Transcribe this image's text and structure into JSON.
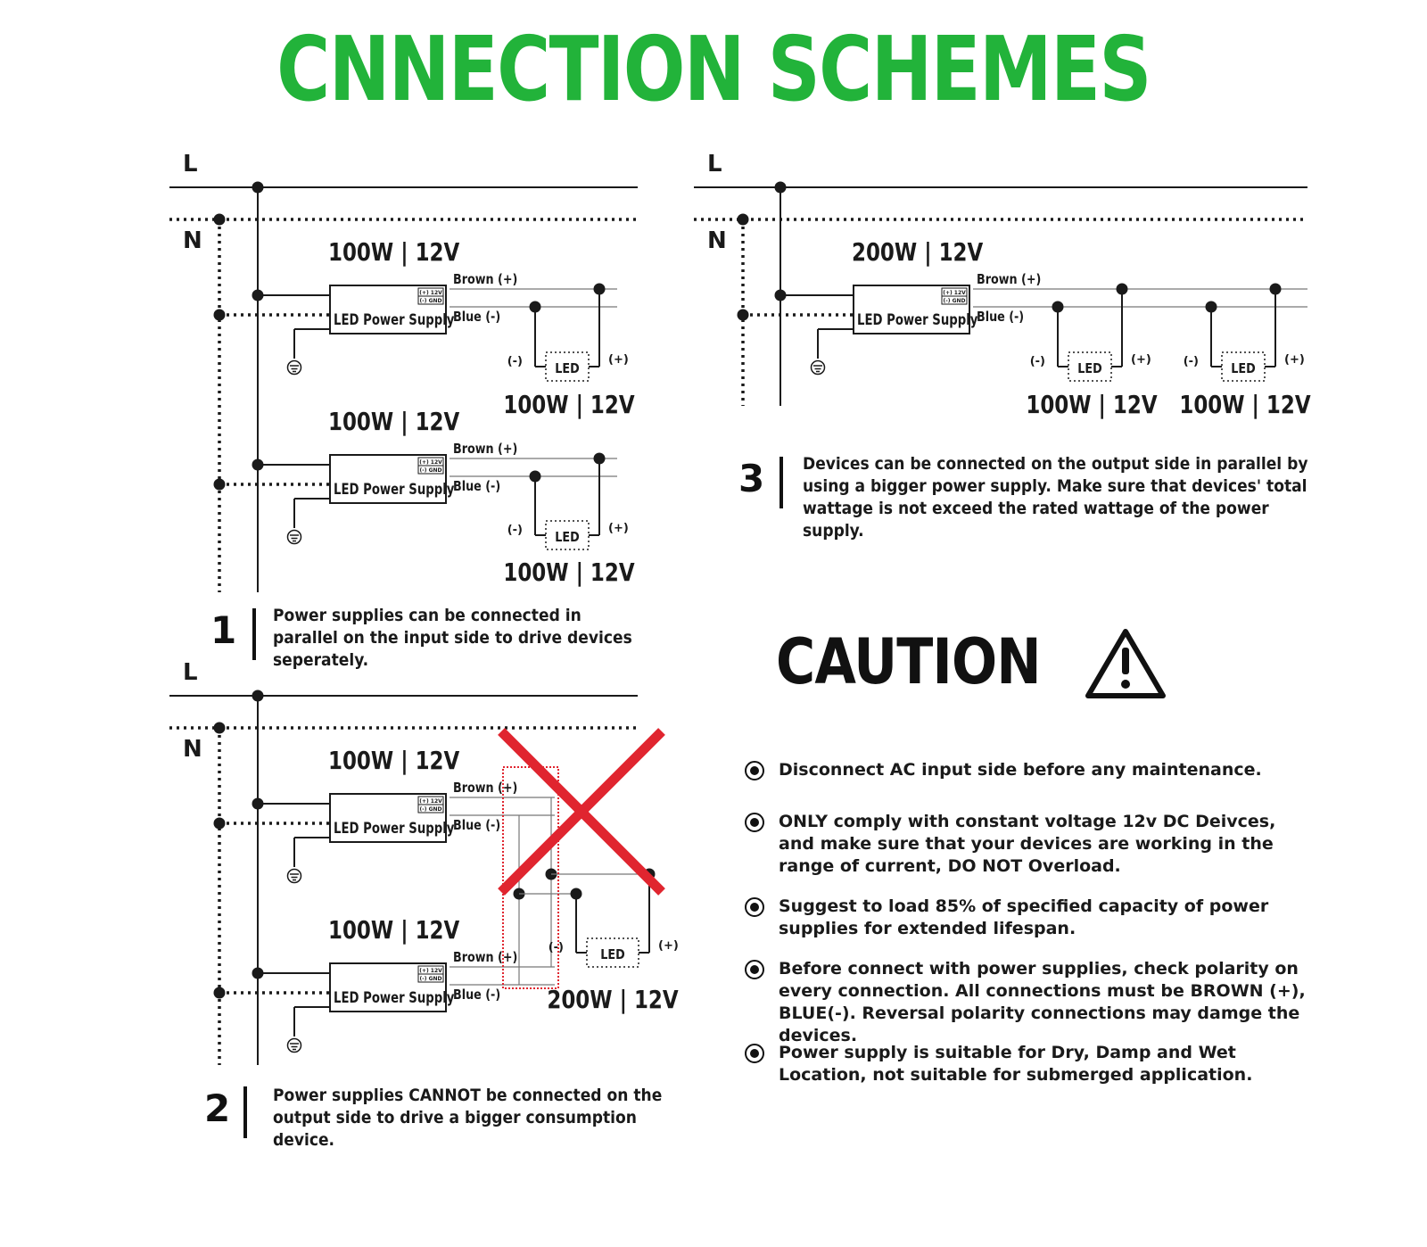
{
  "title": "CNNECTION SCHEMES",
  "colors": {
    "title": "#22b33a",
    "cross": "#e0252f",
    "wire": "#1a1a1a",
    "dotted_box": "#e0252f"
  },
  "labels": {
    "live": "L",
    "neutral": "N",
    "psu_rating": "100W | 12V",
    "psu_name": "LED Power Supply",
    "psu_chip_plus": "(+) 12V",
    "psu_chip_gnd": "(-) GND",
    "brown": "Brown",
    "blue": "Blue",
    "plus": "(+)",
    "minus": "(-)",
    "led": "LED",
    "load_100": "100W | 12V",
    "big_psu_rating": "200W | 12V",
    "big_load": "200W | 12V"
  },
  "schemes": [
    {
      "number": "1",
      "text": "Power supplies can be connected in parallel on the input side to drive devices seperately."
    },
    {
      "number": "2",
      "text": "Power supplies CANNOT be connected on the output side to drive a bigger consumption device."
    },
    {
      "number": "3",
      "text": "Devices can be connected on the output side in parallel by using a bigger power supply. Make sure that devices' total wattage is not exceed the rated wattage of the power supply."
    }
  ],
  "caution": {
    "title": "CAUTION",
    "icon": "warning-triangle-icon",
    "items": [
      "Disconnect AC input side before any maintenance.",
      "ONLY comply with constant voltage 12v DC Deivces, and  make sure that your devices are working in the range of current, DO NOT Overload.",
      "Suggest to load 85% of specified capacity of power supplies for extended lifespan.",
      "Before connect with power supplies, check polarity on every connection. All connections must be BROWN (+), BLUE(-). Reversal polarity connections may damge the devices.",
      "Power supply is suitable for Dry, Damp and Wet Location, not suitable for submerged application."
    ]
  }
}
